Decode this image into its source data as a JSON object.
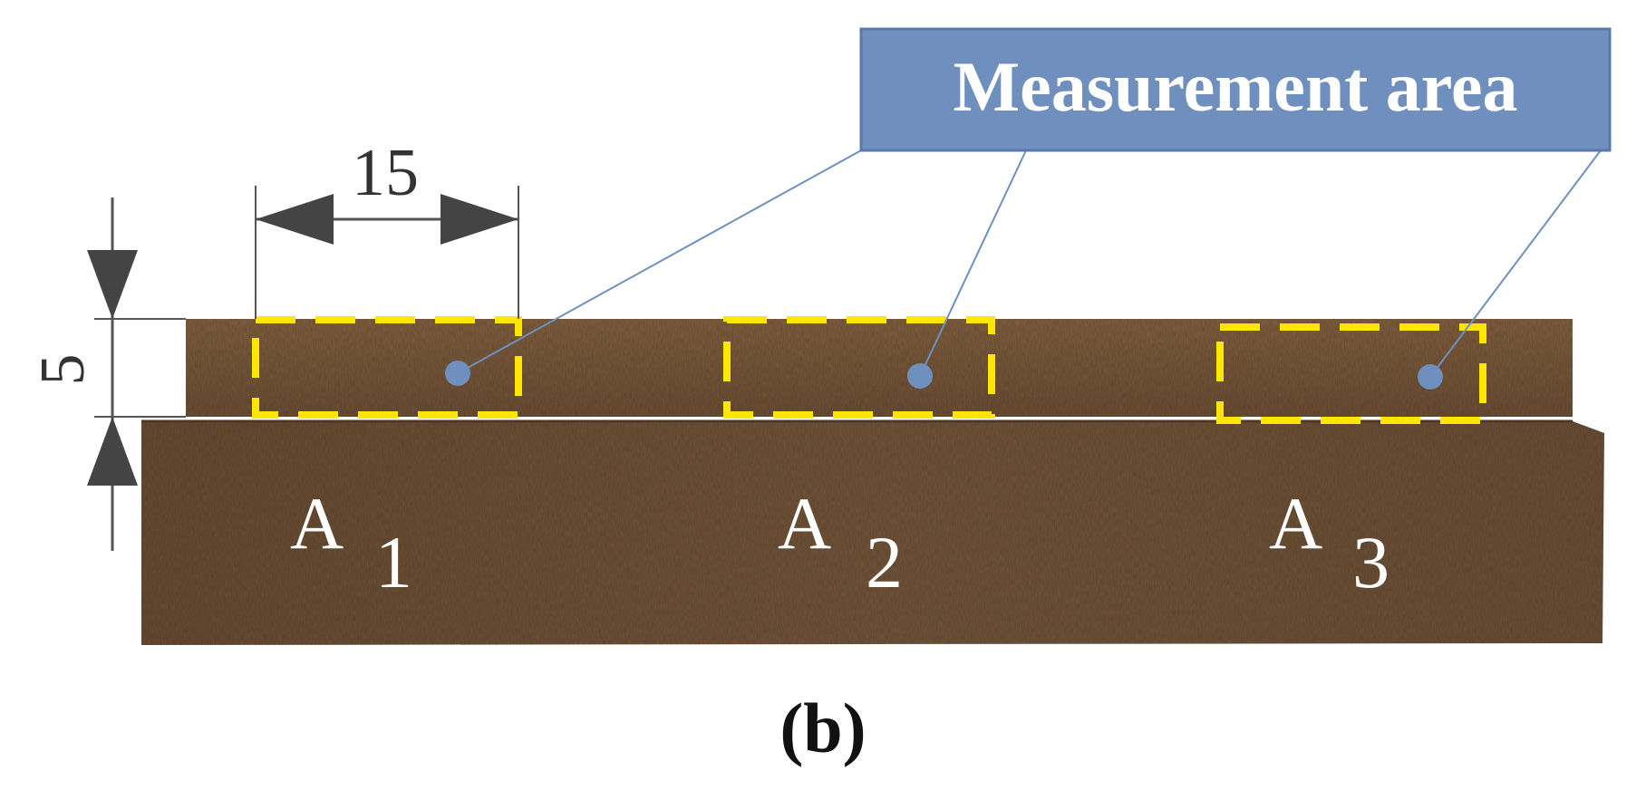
{
  "callout": {
    "label": "Measurement area",
    "box_fill": "#6f8fbf",
    "box_stroke": "#5b79a8",
    "text_color": "#ffffff",
    "leader_color": "#6f8fbf"
  },
  "dimensions": {
    "width_label": "15",
    "height_label": "5",
    "line_color": "#555555",
    "arrow_color": "#444444"
  },
  "areas": [
    {
      "letter": "A",
      "index": "1"
    },
    {
      "letter": "A",
      "index": "2"
    },
    {
      "letter": "A",
      "index": "3"
    }
  ],
  "specimen": {
    "top_color": "#7a5a3b",
    "bottom_color": "#6f5135",
    "edge_color": "#5e4430"
  },
  "marker": {
    "box_color": "#ffe600",
    "dot_color": "#6f8fbf"
  },
  "panel_label": "(b)"
}
